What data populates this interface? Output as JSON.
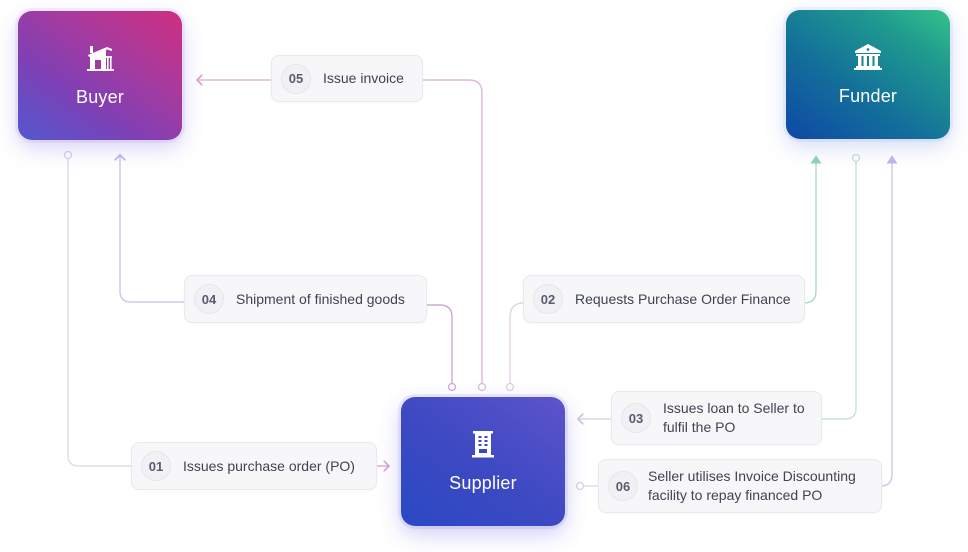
{
  "nodes": {
    "buyer": {
      "label": "Buyer",
      "icon": "house-icon",
      "gradient": [
        "#5358d0",
        "#cf2f7e"
      ]
    },
    "funder": {
      "label": "Funder",
      "icon": "bank-icon",
      "gradient": [
        "#0e48a6",
        "#33c38a"
      ]
    },
    "supplier": {
      "label": "Supplier",
      "icon": "building-icon",
      "gradient": [
        "#2a49c4",
        "#5f53c9"
      ]
    }
  },
  "steps": [
    {
      "num": "01",
      "line1": "Issues purchase order (PO)",
      "line2": "",
      "from": "Buyer",
      "to": "Supplier"
    },
    {
      "num": "02",
      "line1": "Requests Purchase Order Finance",
      "line2": "",
      "from": "Supplier",
      "to": "Funder"
    },
    {
      "num": "03",
      "line1": "Issues loan to Seller to",
      "line2": "fulfil the PO",
      "from": "Funder",
      "to": "Supplier"
    },
    {
      "num": "04",
      "line1": "Shipment of finished goods",
      "line2": "",
      "from": "Supplier",
      "to": "Buyer"
    },
    {
      "num": "05",
      "line1": "Issue invoice",
      "line2": "",
      "from": "Supplier",
      "to": "Buyer"
    },
    {
      "num": "06",
      "line1": "Seller utilises Invoice Discounting",
      "line2": "facility to repay financed PO",
      "from": "Supplier",
      "to": "Funder"
    }
  ],
  "colors": {
    "line_purple": "#cdc7ee",
    "line_pink": "#d9b3d6",
    "line_green": "#a9dccb",
    "line_teal": "#c6e3dc",
    "line_gray": "#dcdde6",
    "pill_bg": "#f7f7f9",
    "pill_border": "#e9e9ee",
    "text": "#3f4352"
  }
}
